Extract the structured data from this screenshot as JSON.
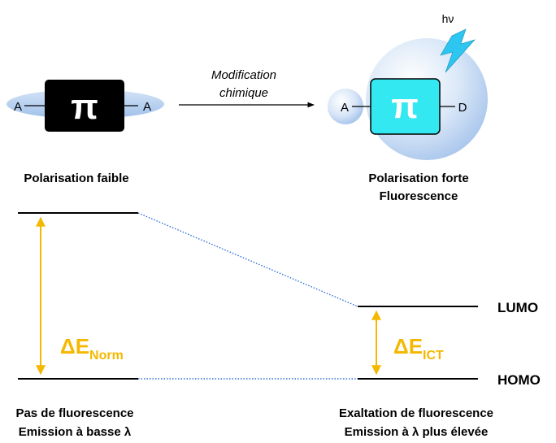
{
  "left_molecule": {
    "core_symbol": "π",
    "left_group": "A",
    "right_group": "A",
    "caption": "Polarisation faible"
  },
  "reaction_arrow": {
    "line1": "Modification",
    "line2": "chimique"
  },
  "right_molecule": {
    "core_symbol": "π",
    "left_group": "A",
    "right_group": "D",
    "light_label": "hν",
    "caption_line1": "Polarisation forte",
    "caption_line2": "Fluorescence"
  },
  "energy_diagram": {
    "gap_normal": {
      "symbol": "ΔE",
      "subscript": "Norm"
    },
    "gap_ict": {
      "symbol": "ΔE",
      "subscript": "ICT"
    },
    "lumo_label": "LUMO",
    "homo_label": "HOMO"
  },
  "bottom_captions": {
    "left_line1": "Pas de fluorescence",
    "left_line2": "Emission à basse λ",
    "right_line1": "Exaltation de fluorescence",
    "right_line2": "Emission à λ plus élevée"
  },
  "colors": {
    "gap_arrow": "#f5b800",
    "gap_text": "#f5b800",
    "dotted_connector": "#2e6fd9",
    "left_core": "#000000",
    "right_core": "#33e8f0",
    "ellipse_fill": "#b9d3f2",
    "lightning": "#2cc6f0"
  }
}
